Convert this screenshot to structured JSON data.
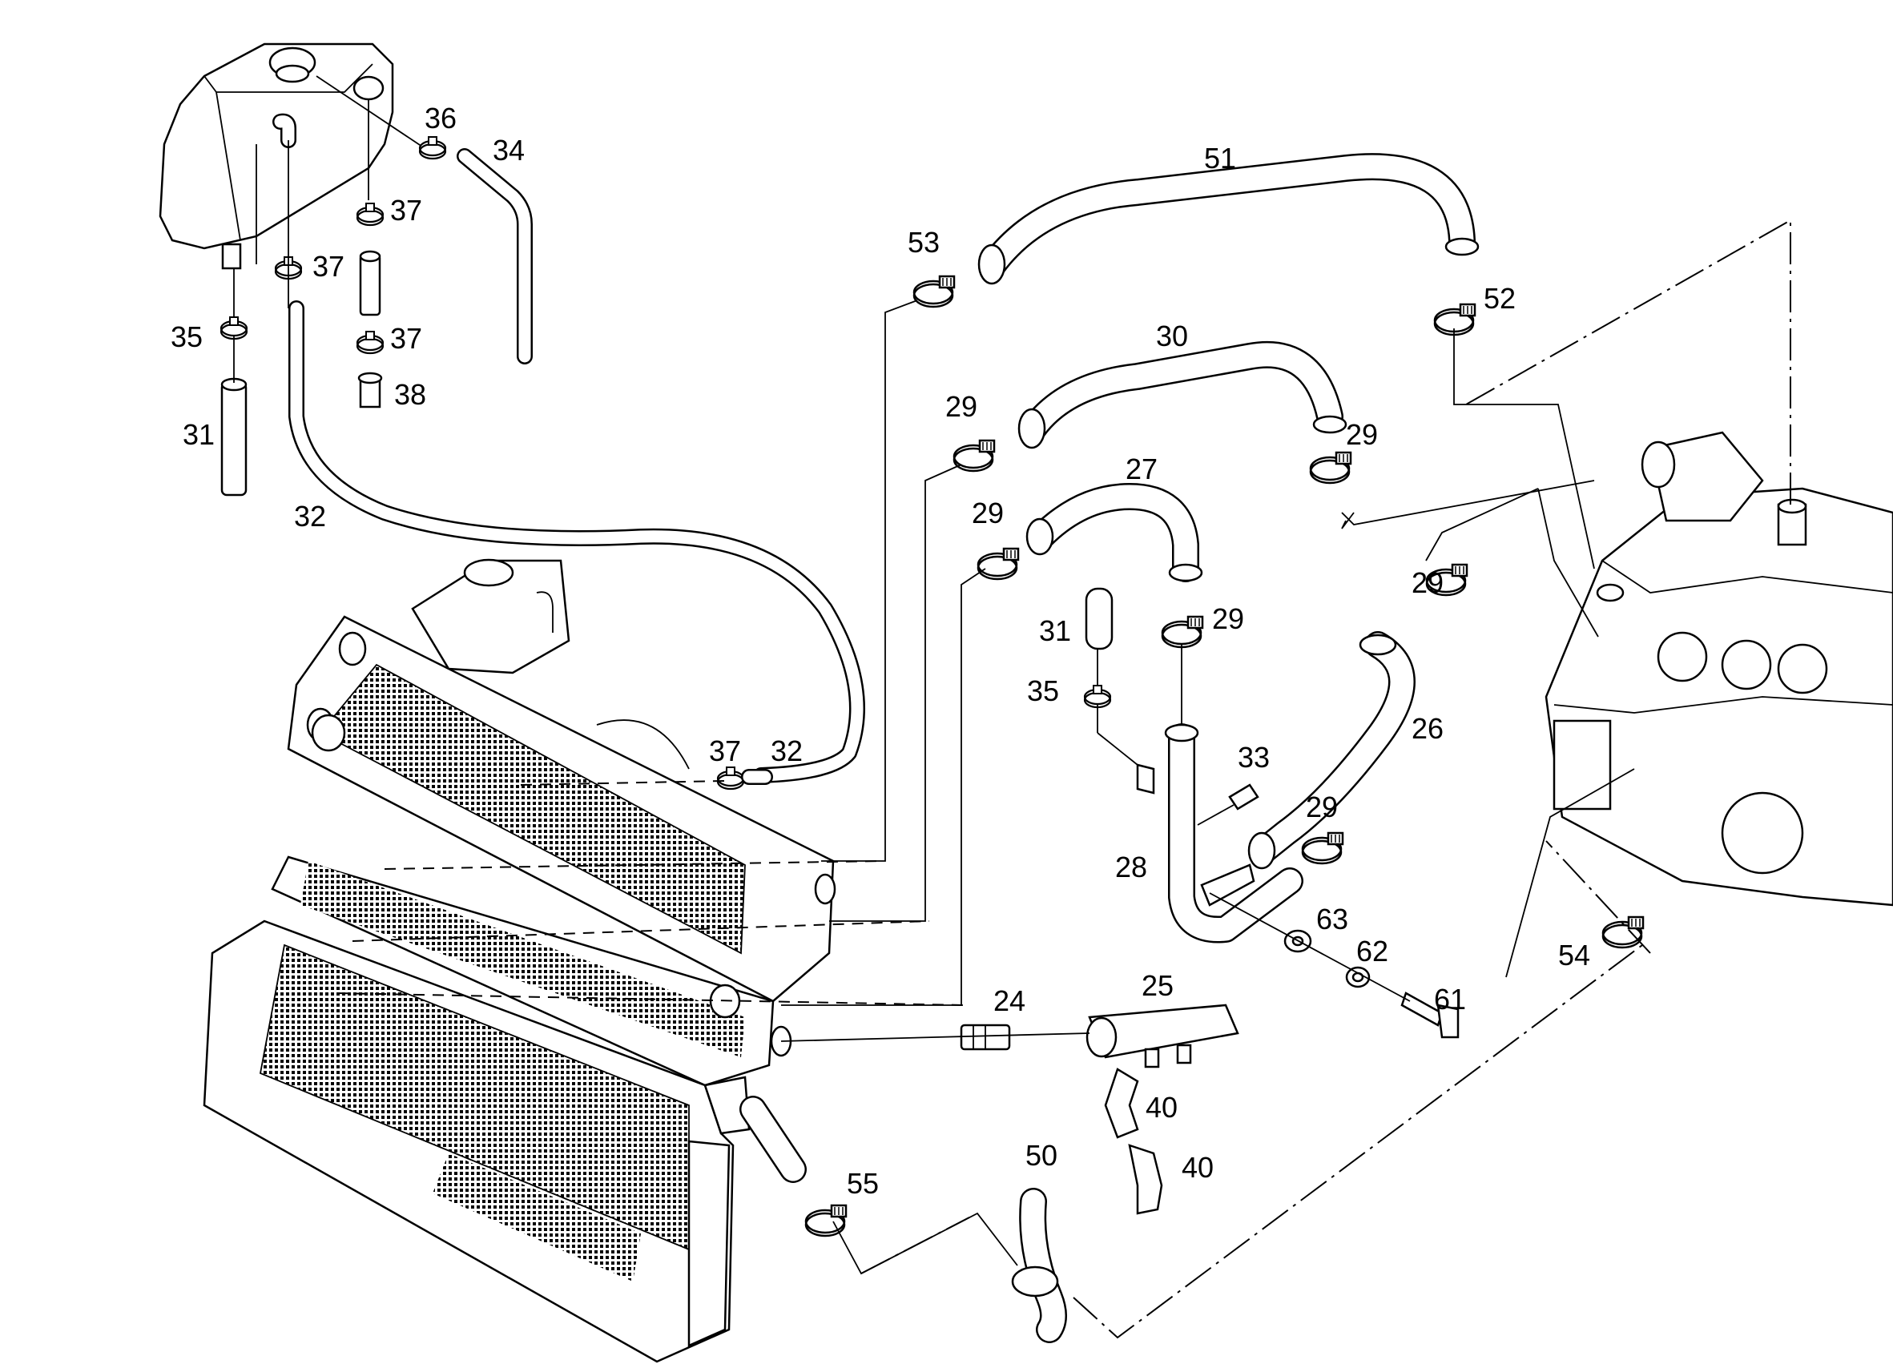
{
  "callouts": [
    {
      "id": "c36",
      "text": "36"
    },
    {
      "id": "c34",
      "text": "34"
    },
    {
      "id": "c37a",
      "text": "37"
    },
    {
      "id": "c37b",
      "text": "37"
    },
    {
      "id": "c37c",
      "text": "37"
    },
    {
      "id": "c35a",
      "text": "35"
    },
    {
      "id": "c38",
      "text": "38"
    },
    {
      "id": "c31a",
      "text": "31"
    },
    {
      "id": "c32a",
      "text": "32"
    },
    {
      "id": "c51",
      "text": "51"
    },
    {
      "id": "c53",
      "text": "53"
    },
    {
      "id": "c52",
      "text": "52"
    },
    {
      "id": "c30",
      "text": "30"
    },
    {
      "id": "c29a",
      "text": "29"
    },
    {
      "id": "c29b",
      "text": "29"
    },
    {
      "id": "c27",
      "text": "27"
    },
    {
      "id": "c29c",
      "text": "29"
    },
    {
      "id": "c29d",
      "text": "29"
    },
    {
      "id": "c29e",
      "text": "29"
    },
    {
      "id": "c31b",
      "text": "31"
    },
    {
      "id": "c35b",
      "text": "35"
    },
    {
      "id": "c26",
      "text": "26"
    },
    {
      "id": "c33",
      "text": "33"
    },
    {
      "id": "c37d",
      "text": "37"
    },
    {
      "id": "c32b",
      "text": "32"
    },
    {
      "id": "c29f",
      "text": "29"
    },
    {
      "id": "c28",
      "text": "28"
    },
    {
      "id": "c63",
      "text": "63"
    },
    {
      "id": "c62",
      "text": "62"
    },
    {
      "id": "c61",
      "text": "61"
    },
    {
      "id": "c54",
      "text": "54"
    },
    {
      "id": "c24",
      "text": "24"
    },
    {
      "id": "c25",
      "text": "25"
    },
    {
      "id": "c40a",
      "text": "40"
    },
    {
      "id": "c40b",
      "text": "40"
    },
    {
      "id": "c50",
      "text": "50"
    },
    {
      "id": "c55",
      "text": "55"
    }
  ]
}
